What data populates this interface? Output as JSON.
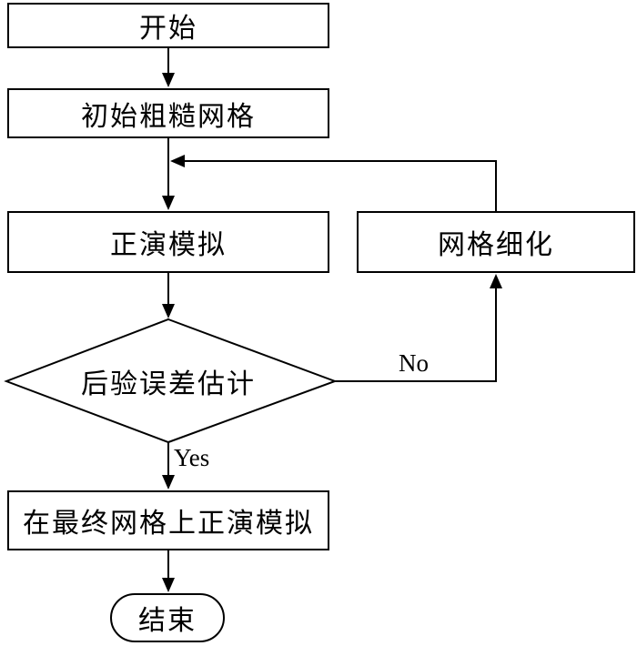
{
  "colors": {
    "background": "#ffffff",
    "line": "#000000",
    "text": "#000000"
  },
  "nodes": {
    "start": {
      "label": "开始",
      "shape": "rectangle"
    },
    "initial_mesh": {
      "label": "初始粗糙网格",
      "shape": "rectangle"
    },
    "forward_sim": {
      "label": "正演模拟",
      "shape": "rectangle"
    },
    "mesh_refine": {
      "label": "网格细化",
      "shape": "rectangle"
    },
    "error_estimate": {
      "label": "后验误差估计",
      "shape": "diamond"
    },
    "final_sim": {
      "label": "在最终网格上正演模拟",
      "shape": "rectangle"
    },
    "end": {
      "label": "结束",
      "shape": "stadium"
    }
  },
  "edge_labels": {
    "no": "No",
    "yes": "Yes"
  }
}
